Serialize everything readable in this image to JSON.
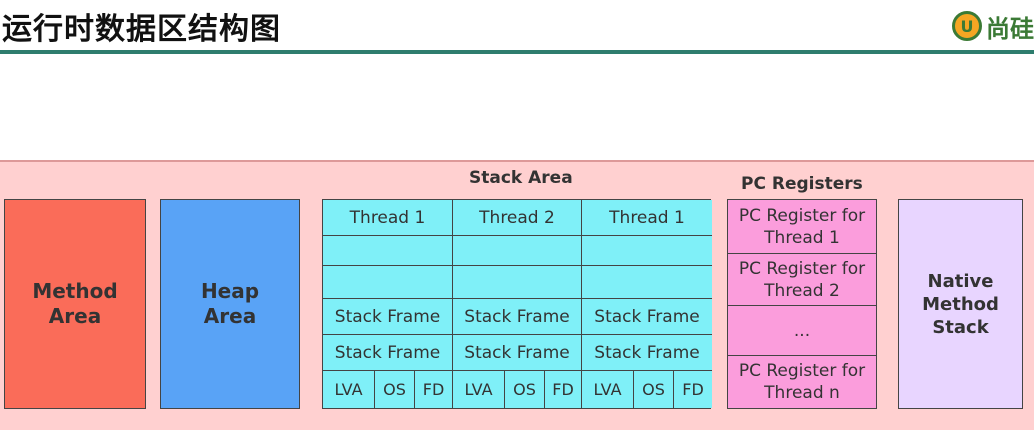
{
  "header": {
    "title": "运行时数据区结构图",
    "logo_text": "尚硅",
    "logo_mark": "U"
  },
  "diagram": {
    "method_area": "Method\nArea",
    "heap_area": "Heap\nArea",
    "native_method_stack": "Native\nMethod\nStack",
    "stack_area": {
      "title": "Stack Area",
      "threads": [
        {
          "label": "Thread 1",
          "frame1": "Stack Frame",
          "frame2": "Stack Frame",
          "lva": "LVA",
          "os": "OS",
          "fd": "FD"
        },
        {
          "label": "Thread 2",
          "frame1": "Stack Frame",
          "frame2": "Stack Frame",
          "lva": "LVA",
          "os": "OS",
          "fd": "FD"
        },
        {
          "label": "Thread 1",
          "frame1": "Stack Frame",
          "frame2": "Stack Frame",
          "lva": "LVA",
          "os": "OS",
          "fd": "FD"
        }
      ]
    },
    "pc_registers": {
      "title": "PC Registers",
      "items": [
        "PC Register for\nThread 1",
        "PC Register for\nThread 2",
        "...",
        "PC Register for\nThread n"
      ]
    }
  },
  "colors": {
    "method": "#fa6c59",
    "heap": "#59a3f6",
    "stack": "#7ff0f8",
    "pc": "#fb9ddc",
    "native": "#e8d5ff",
    "runtime_bg": "#ffd0d0",
    "header_rule": "#2e7d6e"
  }
}
